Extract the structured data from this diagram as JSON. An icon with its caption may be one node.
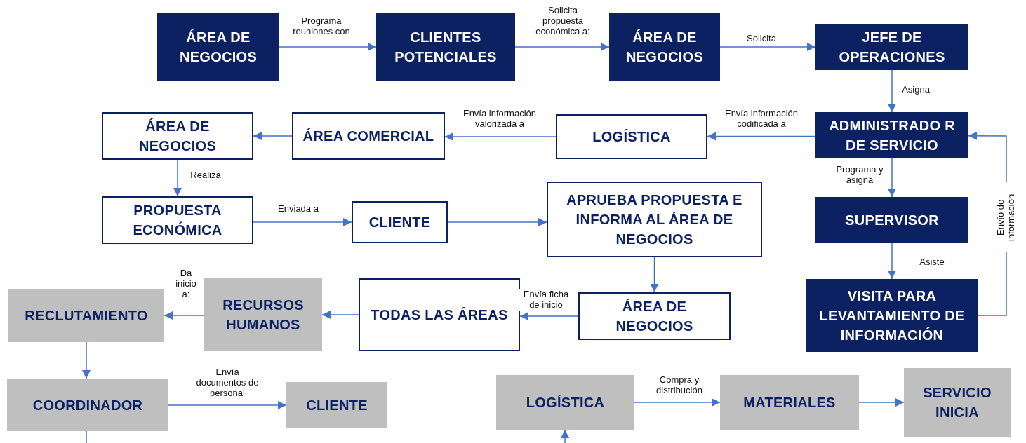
{
  "diagram": {
    "nodes": [
      {
        "text": [
          "ÁREA DE NEGOCIOS"
        ]
      },
      {
        "text": [
          "CLIENTES POTENCIALES"
        ]
      },
      {
        "text": [
          "ÁREA DE NEGOCIOS"
        ]
      },
      {
        "text": [
          "JEFE DE OPERACIONES"
        ]
      },
      {
        "text": [
          "ADMINISTRADO R DE SERVICIO"
        ]
      },
      {
        "text": [
          "SUPERVISOR"
        ]
      },
      {
        "text": [
          "VISITA PARA LEVANTAMIENTO DE INFORMACIÓN"
        ]
      },
      {
        "text": [
          "LOGÍSTICA"
        ]
      },
      {
        "text": [
          "ÁREA COMERCIAL"
        ]
      },
      {
        "text": [
          "ÁREA DE NEGOCIOS"
        ]
      },
      {
        "text": [
          "PROPUESTA ECONÓMICA"
        ]
      },
      {
        "text": [
          "CLIENTE"
        ]
      },
      {
        "text": [
          "APRUEBA PROPUESTA E INFORMA AL ÁREA DE NEGOCIOS"
        ]
      },
      {
        "text": [
          "ÁREA DE NEGOCIOS"
        ]
      },
      {
        "text": [
          "TODAS LAS ÁREAS"
        ]
      },
      {
        "text": [
          "RECURSOS HUMANOS"
        ]
      },
      {
        "text": [
          "RECLUTAMIENTO"
        ]
      },
      {
        "text": [
          "COORDINADOR"
        ]
      },
      {
        "text": [
          "CLIENTE"
        ]
      },
      {
        "text": [
          "LOGÍSTICA"
        ]
      },
      {
        "text": [
          "MATERIALES"
        ]
      },
      {
        "text": [
          "SERVICIO INICIA"
        ]
      }
    ],
    "edges": [
      {
        "from": 0,
        "to": 1,
        "arrow": "to",
        "label": "Programa reuniones con"
      },
      {
        "from": 1,
        "to": 2,
        "arrow": "to",
        "label": "Solicita propuesta económica a:"
      },
      {
        "from": 2,
        "to": 3,
        "arrow": "to",
        "label": "Solicita"
      },
      {
        "from": 3,
        "to": 4,
        "arrow": "to",
        "label": "Asigna"
      },
      {
        "from": 4,
        "to": 7,
        "arrow": "to",
        "label": "Envía información codificada a"
      },
      {
        "from": 7,
        "to": 8,
        "arrow": "to",
        "label": "Envía información valorizada a"
      },
      {
        "from": 8,
        "to": 9,
        "arrow": "to"
      },
      {
        "from": 9,
        "to": 10,
        "arrow": "to",
        "label": "Realiza"
      },
      {
        "from": 10,
        "to": 11,
        "arrow": "to",
        "label": "Enviada a"
      },
      {
        "from": 11,
        "to": 12,
        "arrow": "to"
      },
      {
        "from": 12,
        "to": 13,
        "arrow": "to"
      },
      {
        "from": 13,
        "to": 14,
        "arrow": "to",
        "label": "Envía ficha de inicio"
      },
      {
        "from": 14,
        "to": 15,
        "arrow": "to"
      },
      {
        "from": 15,
        "to": 16,
        "arrow": "to",
        "label": "Da inicio a:"
      },
      {
        "from": 16,
        "to": 17,
        "arrow": "to"
      },
      {
        "from": 17,
        "to": 18,
        "arrow": "to",
        "label": "Envía documentos de personal"
      },
      {
        "from": 17,
        "to": null,
        "arrow": "none"
      },
      {
        "from": 4,
        "to": 5,
        "arrow": "to",
        "label": "Programa y asigna"
      },
      {
        "from": 5,
        "to": 6,
        "arrow": "to",
        "label": "Asiste"
      },
      {
        "from": 6,
        "to": 4,
        "arrow": "to",
        "label": "Envío de información"
      },
      {
        "from": null,
        "to": 19,
        "arrow": "to"
      },
      {
        "from": 19,
        "to": 20,
        "arrow": "to",
        "label": "Compra y distribución"
      },
      {
        "from": 20,
        "to": 21,
        "arrow": "to"
      }
    ]
  }
}
